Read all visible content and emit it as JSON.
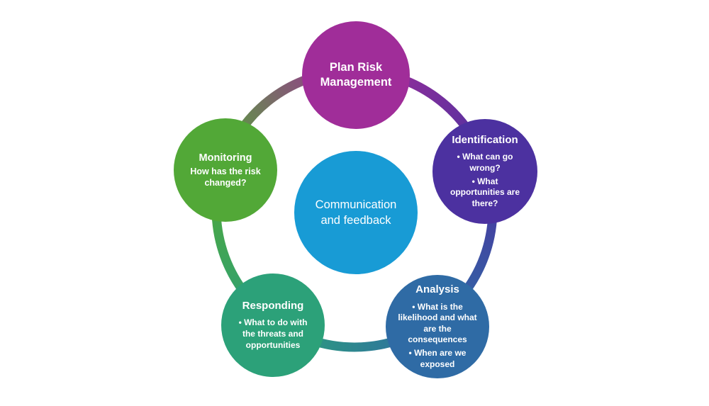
{
  "diagram": {
    "background_color": "#ffffff",
    "center": {
      "label": "Communication and feedback",
      "color": "#189bd5"
    },
    "nodes": [
      {
        "title": "Plan Risk Management",
        "color": "#a02d99",
        "bullets": []
      },
      {
        "title": "Identification",
        "color": "#4c31a0",
        "bullets": [
          "What can go wrong?",
          "What opportunities are there?"
        ]
      },
      {
        "title": "Analysis",
        "color": "#2f6ba5",
        "bullets": [
          "What is the likelihood and what are the consequences",
          "When are we exposed"
        ]
      },
      {
        "title": "Responding",
        "color": "#2ca179",
        "bullets": [
          "What to do with the threats and opportunities"
        ]
      },
      {
        "title": "Monitoring",
        "color": "#52a837",
        "subtitle": "How has the risk changed?",
        "bullets": []
      }
    ]
  }
}
